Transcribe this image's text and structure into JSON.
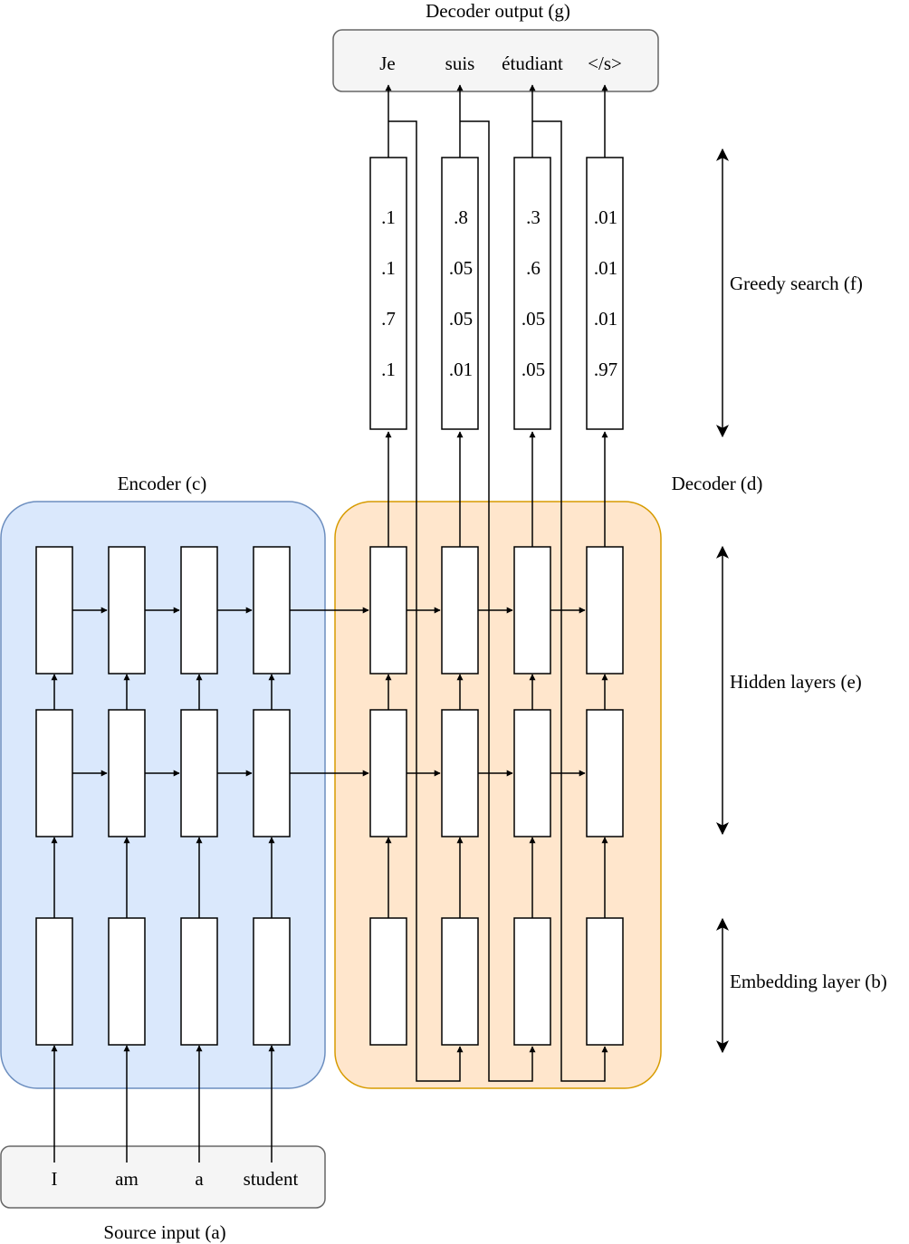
{
  "labels": {
    "decoder_output": "Decoder output (g)",
    "greedy_search": "Greedy search (f)",
    "encoder": "Encoder (c)",
    "decoder": "Decoder (d)",
    "hidden_layers": "Hidden layers (e)",
    "embedding_layer": "Embedding layer (b)",
    "source_input": "Source input (a)"
  },
  "source_tokens": [
    "I",
    "am",
    "a",
    "student"
  ],
  "output_tokens": [
    "Je",
    "suis",
    "étudiant",
    "</s>"
  ],
  "probabilities": [
    [
      ".1",
      ".1",
      ".7",
      ".1"
    ],
    [
      ".8",
      ".05",
      ".05",
      ".01"
    ],
    [
      ".3",
      ".6",
      ".05",
      ".05"
    ],
    [
      ".01",
      ".01",
      ".01",
      ".97"
    ]
  ],
  "colors": {
    "encoder_fill": "#dae8fc",
    "encoder_stroke": "#6c8ebf",
    "decoder_fill": "#ffe6cc",
    "decoder_stroke": "#d79b00",
    "io_fill": "#f5f5f5",
    "io_stroke": "#666666"
  }
}
